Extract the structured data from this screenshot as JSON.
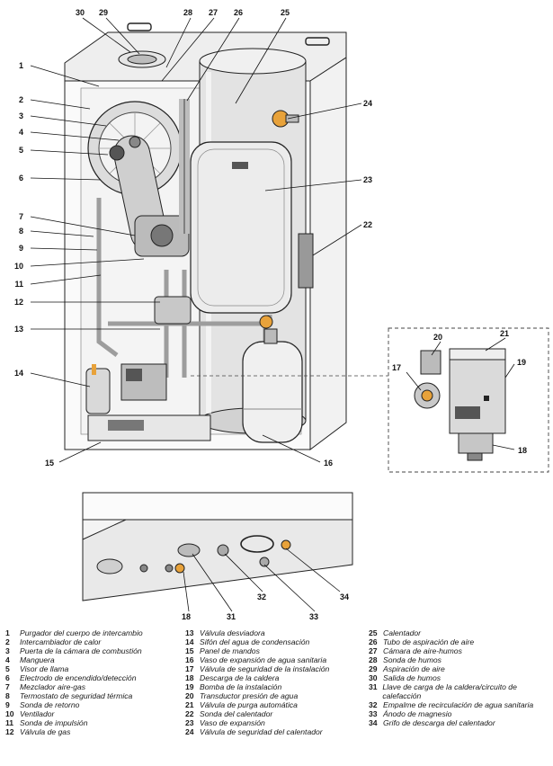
{
  "callouts": [
    "1",
    "2",
    "3",
    "4",
    "5",
    "6",
    "7",
    "8",
    "9",
    "10",
    "11",
    "12",
    "13",
    "14",
    "15",
    "16",
    "17",
    "18",
    "19",
    "20",
    "21",
    "22",
    "23",
    "24",
    "25",
    "26",
    "27",
    "28",
    "29",
    "30",
    "31",
    "32",
    "33",
    "34"
  ],
  "legend": [
    {
      "n": "1",
      "t": "Purgador del cuerpo de intercambio"
    },
    {
      "n": "2",
      "t": "Intercambiador de calor"
    },
    {
      "n": "3",
      "t": "Puerta de la cámara de combustión"
    },
    {
      "n": "4",
      "t": "Manguera"
    },
    {
      "n": "5",
      "t": "Visor de llama"
    },
    {
      "n": "6",
      "t": "Electrodo de encendido/detección"
    },
    {
      "n": "7",
      "t": "Mezclador aire-gas"
    },
    {
      "n": "8",
      "t": "Termostato de seguridad térmica"
    },
    {
      "n": "9",
      "t": "Sonda de retorno"
    },
    {
      "n": "10",
      "t": "Ventilador"
    },
    {
      "n": "11",
      "t": "Sonda de impulsión"
    },
    {
      "n": "12",
      "t": "Válvula de gas"
    },
    {
      "n": "13",
      "t": "Válvula desviadora"
    },
    {
      "n": "14",
      "t": "Sifón del agua de condensación"
    },
    {
      "n": "15",
      "t": "Panel de mandos"
    },
    {
      "n": "16",
      "t": "Vaso de expansión de agua sanitaria"
    },
    {
      "n": "17",
      "t": "Válvula de seguridad de la instalación"
    },
    {
      "n": "18",
      "t": "Descarga de la caldera"
    },
    {
      "n": "19",
      "t": "Bomba de la instalación"
    },
    {
      "n": "20",
      "t": "Transductor presión de agua"
    },
    {
      "n": "21",
      "t": "Válvula de purga automática"
    },
    {
      "n": "22",
      "t": "Sonda del calentador"
    },
    {
      "n": "23",
      "t": "Vaso de expansión"
    },
    {
      "n": "24",
      "t": "Válvula de seguridad del calentador"
    },
    {
      "n": "25",
      "t": "Calentador"
    },
    {
      "n": "26",
      "t": "Tubo de aspiración de aire"
    },
    {
      "n": "27",
      "t": "Cámara de aire-humos"
    },
    {
      "n": "28",
      "t": "Sonda de humos"
    },
    {
      "n": "29",
      "t": "Aspiración de aire"
    },
    {
      "n": "30",
      "t": "Salida de humos"
    },
    {
      "n": "31",
      "t": "Llave de carga de la caldera/circuito de calefacción"
    },
    {
      "n": "32",
      "t": "Empalme de recirculación de agua sanitaria"
    },
    {
      "n": "33",
      "t": "Ánodo de magnesio"
    },
    {
      "n": "34",
      "t": "Grifo de descarga del calentador"
    }
  ],
  "colors": {
    "line": "#1a1a1a",
    "metal": "#d9d9d9",
    "dark": "#5a5a5a",
    "accent": "#e8a23a",
    "tank": "#cfcfcf"
  }
}
